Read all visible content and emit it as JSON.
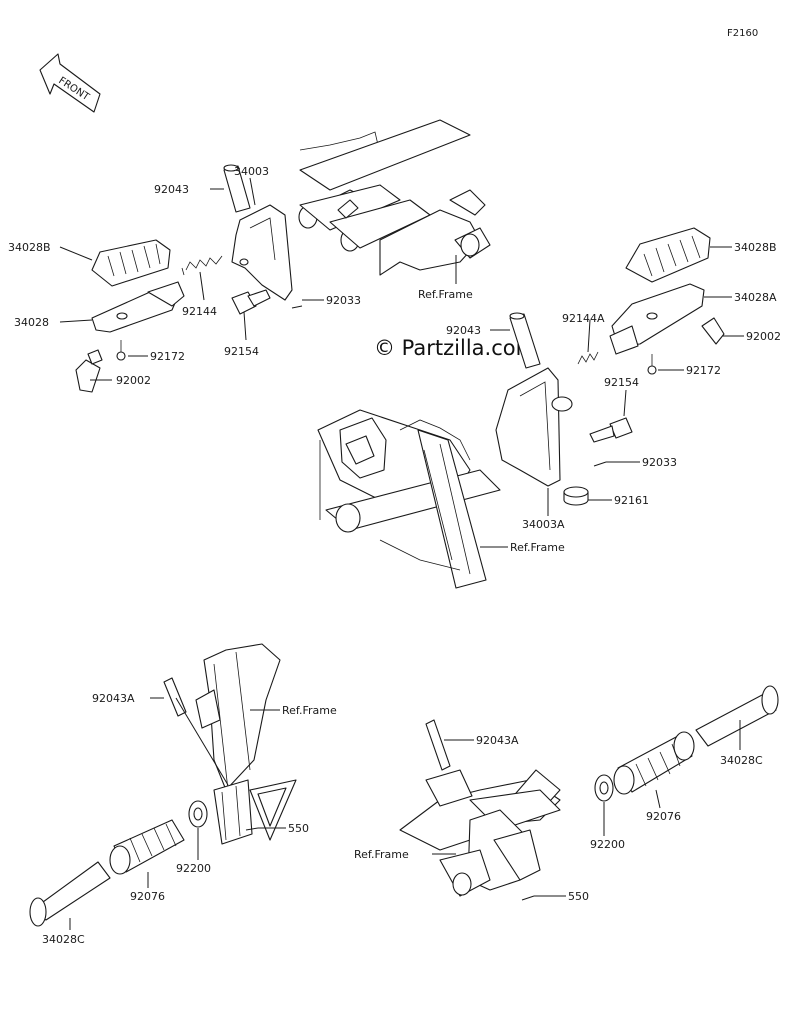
{
  "diagram_code": "F2160",
  "front_label": "FRONT",
  "watermark": "© Partzilla.com",
  "labels": {
    "p92043_a": "92043",
    "p34003": "34003",
    "p34028B_left": "34028B",
    "p34028_left": "34028",
    "p92144_left": "92144",
    "p92154_left": "92154",
    "p92033_left": "92033",
    "p92172_left": "92172",
    "p92002_left": "92002",
    "ref_frame_top": "Ref.Frame",
    "p34028B_right": "34028B",
    "p34028A_right": "34028A",
    "p92002_right": "92002",
    "p92043_b": "92043",
    "p92144A": "92144A",
    "p92172_right": "92172",
    "p92154_right": "92154",
    "p92033_right": "92033",
    "p92161": "92161",
    "p34003A": "34003A",
    "ref_frame_mid": "Ref.Frame",
    "p92043A_left": "92043A",
    "ref_frame_bl": "Ref.Frame",
    "p550_left": "550",
    "p92200_left": "92200",
    "p92076_left": "92076",
    "p34028C_left": "34028C",
    "p92043A_right": "92043A",
    "p34028C_right": "34028C",
    "p92200_right": "92200",
    "p92076_right": "92076",
    "ref_frame_br": "Ref.Frame",
    "p550_right": "550"
  }
}
